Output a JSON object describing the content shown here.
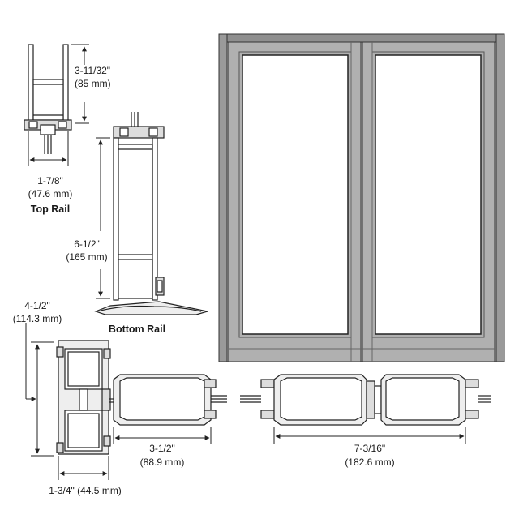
{
  "top_rail": {
    "height_in": "3-11/32\"",
    "height_mm": "(85 mm)",
    "width_in": "1-7/8\"",
    "width_mm": "(47.6 mm)",
    "caption": "Top Rail"
  },
  "bottom_rail": {
    "height_in": "6-1/2\"",
    "height_mm": "(165 mm)",
    "caption": "Bottom Rail"
  },
  "stile": {
    "height_in": "4-1/2\"",
    "height_mm": "(114.3 mm)",
    "depth_label": "1-3/4\" (44.5 mm)",
    "width_in": "3-1/2\"",
    "width_mm": "(88.9 mm)"
  },
  "meeting_stiles": {
    "width_in": "7-3/16\"",
    "width_mm": "(182.6 mm)"
  },
  "colors": {
    "door_frame": "#a9a9a9",
    "door_frame_dark": "#8c8c8c",
    "outline": "#222222",
    "glass": "#ffffff"
  }
}
